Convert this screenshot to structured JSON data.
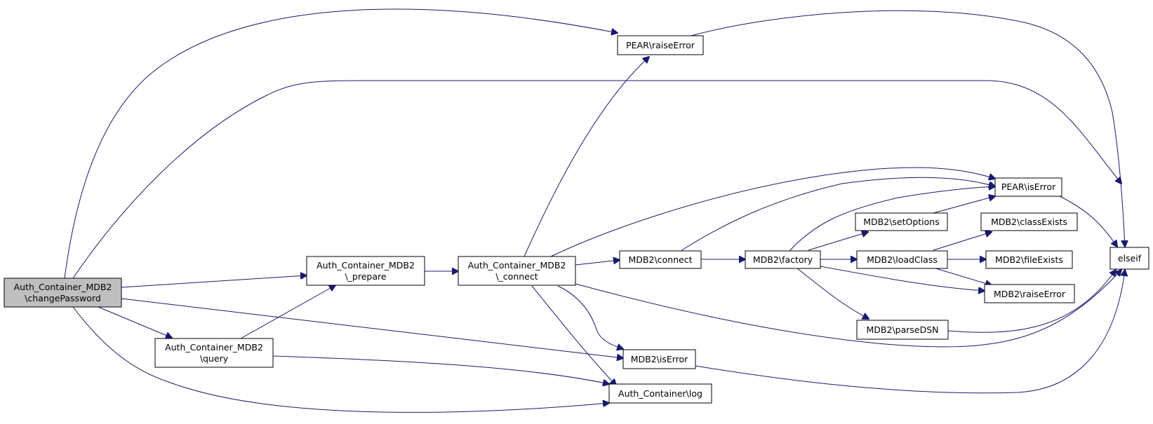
{
  "colors": {
    "edge": "#191970",
    "node_border": "#000000",
    "node_fill": "#ffffff",
    "focus_fill": "#bfbfbf"
  },
  "nodes": {
    "change_password": [
      "Auth_Container_MDB2",
      "\\changePassword"
    ],
    "prepare": [
      "Auth_Container_MDB2",
      "\\_prepare"
    ],
    "query": [
      "Auth_Container_MDB2",
      "\\query"
    ],
    "connect_private": [
      "Auth_Container_MDB2",
      "\\_connect"
    ],
    "pear_raise_error": [
      "PEAR\\raiseError"
    ],
    "mdb2_connect": [
      "MDB2\\connect"
    ],
    "mdb2_factory": [
      "MDB2\\factory"
    ],
    "pear_is_error": [
      "PEAR\\isError"
    ],
    "mdb2_set_options": [
      "MDB2\\setOptions"
    ],
    "mdb2_class_exists": [
      "MDB2\\classExists"
    ],
    "mdb2_load_class": [
      "MDB2\\loadClass"
    ],
    "mdb2_file_exists": [
      "MDB2\\fileExists"
    ],
    "mdb2_raise_error": [
      "MDB2\\raiseError"
    ],
    "mdb2_parse_dsn": [
      "MDB2\\parseDSN"
    ],
    "mdb2_is_error": [
      "MDB2\\isError"
    ],
    "auth_container_log": [
      "Auth_Container\\log"
    ],
    "elseif": [
      "elseif"
    ]
  }
}
